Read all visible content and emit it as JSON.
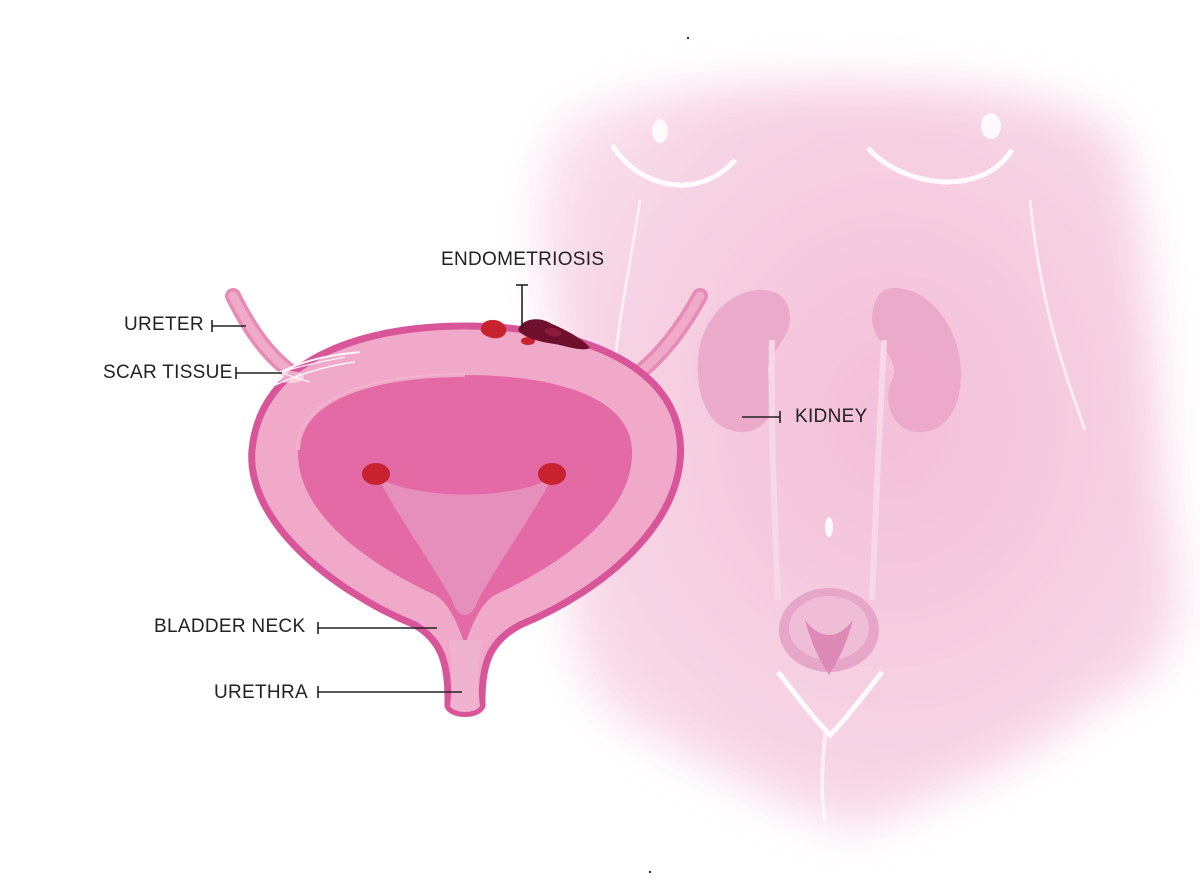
{
  "diagram": {
    "labels": {
      "ureter": "URETER",
      "scar_tissue": "SCAR TISSUE",
      "endometriosis": "ENDOMETRIOSIS",
      "kidney": "KIDNEY",
      "bladder_neck": "BLADDER NECK",
      "urethra": "URETHRA"
    },
    "colors": {
      "body_silhouette": "#f6cfe0",
      "bladder_wall": "#d9559a",
      "bladder_outer": "#f0a9c8",
      "bladder_inner": "#e46aa6",
      "trigone": "#e58fba",
      "lesion_red": "#c9222f",
      "lesion_dark": "#6e0f2e",
      "kidney": "#ea9fc4",
      "leader_line": "#222222"
    }
  }
}
